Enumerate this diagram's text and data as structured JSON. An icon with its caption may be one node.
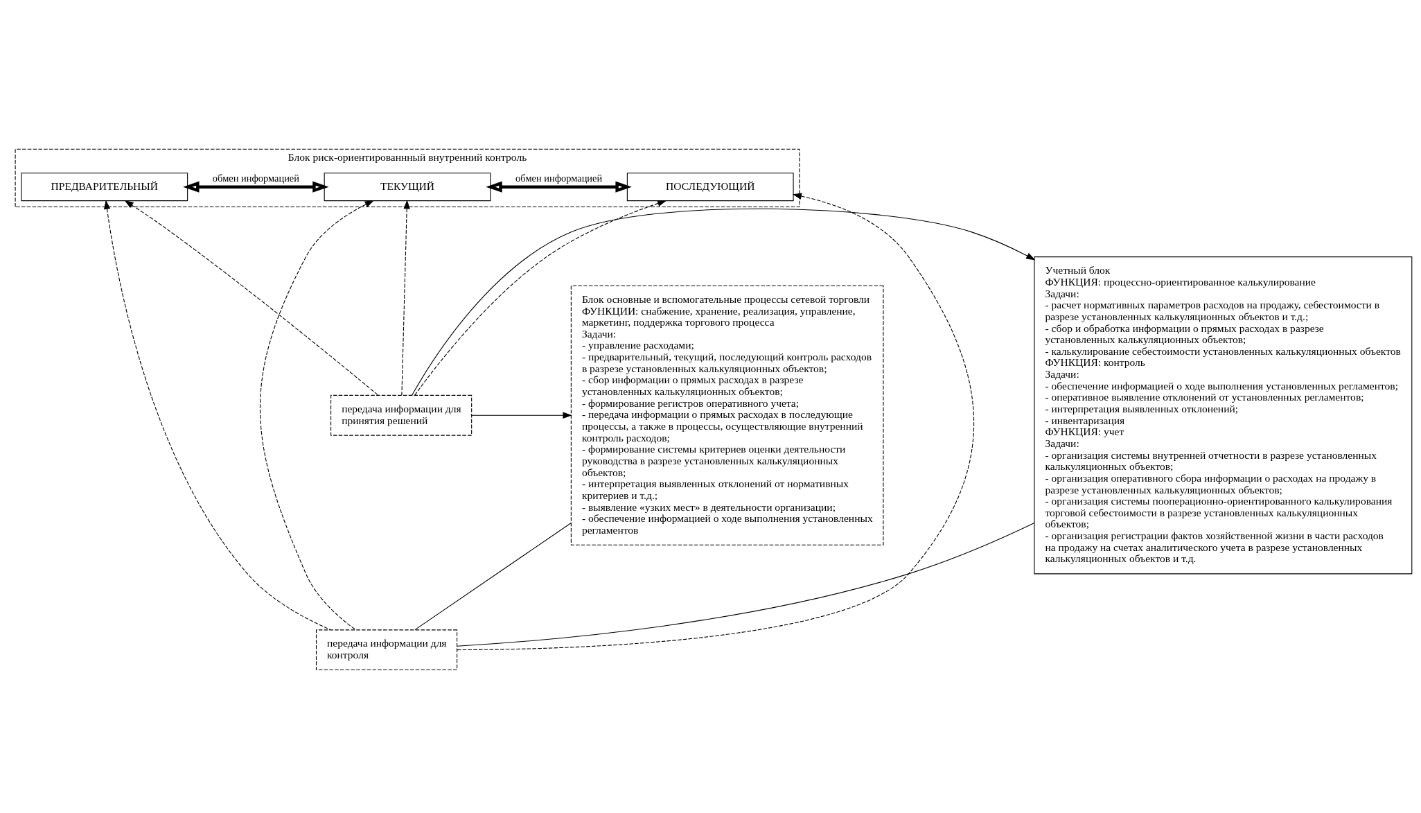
{
  "diagram": {
    "nodes": [
      {
        "text": [
          "Блок риск-ориентированнный внутренний контроль"
        ]
      },
      {
        "text": [
          "ПРЕДВАРИТЕЛЬНЫЙ"
        ],
        "in": 0
      },
      {
        "text": [
          "ТЕКУЩИЙ"
        ],
        "in": 0
      },
      {
        "text": [
          "ПОСЛЕДУЮЩИЙ"
        ],
        "in": 0
      },
      {
        "text": [
          "Блок основные и вспомогательные процессы сетевой торговли",
          "ФУНКЦИИ: снабжение, хранение, реализация, управление, маркетинг, поддержка торгового процесса",
          "Задачи:",
          "- управление расходами;",
          "- предварительный, текущий, последующий контроль расходов в разрезе установленных калькуляционных объектов;",
          "- сбор информации о прямых расходах в разрезе установленных калькуляционных объектов;",
          "- формирование регистров оперативного учета;",
          "- передача информации о прямых расходах в последующие процессы, а также в процессы, осуществляющие внутренний контроль расходов;",
          "- формирование системы критериев оценки деятельности руководства в разрезе установленных калькуляционных объектов;",
          "- интерпретация выявленных отклонений от нормативных критериев и т.д.;",
          "- выявление «узких мест» в деятельности организации;",
          "- обеспечение информацией о ходе выполнения установленных регламентов"
        ]
      },
      {
        "text": [
          "передача информации для принятия решений"
        ]
      },
      {
        "text": [
          "передача информации для контроля"
        ]
      },
      {
        "text": [
          "Учетный блок",
          "ФУНКЦИЯ: процессно-ориентированное калькулирование",
          "Задачи:",
          "- расчет нормативных параметров расходов на продажу, себестоимости в разрезе установленных калькуляционных объектов и т.д.;",
          "- сбор и обработка информации о прямых расходах в разрезе установленных калькуляционных объектов;",
          "- калькулирование себестоимости установленных калькуляционных объектов",
          "ФУНКЦИЯ: контроль",
          "Задачи:",
          "- обеспечение информацией о ходе выполнения установленных регламентов;",
          "- оперативное выявление отклонений от установленных регламентов;",
          "- интерпретация выявленных отклонений;",
          "- инвентаризация",
          "ФУНКЦИЯ: учет",
          "Задачи:",
          "- организация системы внутренней отчетности в разрезе установленных калькуляционных объектов;",
          "- организация оперативного сбора информации о расходах на продажу в разрезе установленных калькуляционных объектов;",
          "- организация системы пооперационно-ориентированного калькулирования торговой себестоимости в разрезе установленных калькуляционных объектов;",
          "- организация регистрации фактов хозяйственной жизни в части расходов на продажу на счетах аналитического учета в разрезе установленных калькуляционных объектов и т.д."
        ]
      }
    ],
    "edges": [
      {
        "from": 1,
        "to": 2,
        "arrow": "both",
        "label": "обмен информацией",
        "style": "thick"
      },
      {
        "from": 2,
        "to": 3,
        "arrow": "both",
        "label": "обмен информацией",
        "style": "thick"
      },
      {
        "from": 5,
        "to": 1,
        "arrow": "to",
        "style": "dashed"
      },
      {
        "from": 5,
        "to": 2,
        "arrow": "to",
        "style": "dashed"
      },
      {
        "from": 5,
        "to": 3,
        "arrow": "to",
        "style": "dashed"
      },
      {
        "from": 5,
        "to": 4,
        "arrow": "to"
      },
      {
        "from": 5,
        "to": 7,
        "arrow": "to"
      },
      {
        "from": 6,
        "to": 1,
        "arrow": "to",
        "style": "dashed"
      },
      {
        "from": 6,
        "to": 2,
        "arrow": "to",
        "style": "dashed"
      },
      {
        "from": 6,
        "to": 3,
        "arrow": "to",
        "style": "dashed"
      },
      {
        "from": 4,
        "to": 6,
        "arrow": "none"
      },
      {
        "from": 7,
        "to": 6,
        "arrow": "none"
      }
    ]
  }
}
